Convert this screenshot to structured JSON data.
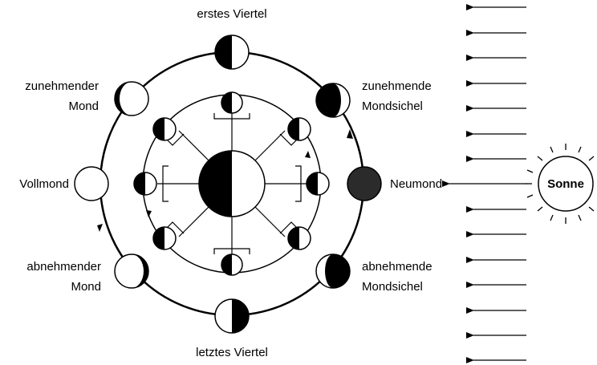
{
  "labels": {
    "first_quarter": "erstes Viertel",
    "waxing_gibbous_1": "zunehmender",
    "waxing_gibbous_2": "Mond",
    "waxing_crescent_1": "zunehmende",
    "waxing_crescent_2": "Mondsichel",
    "full_moon": "Vollmond",
    "new_moon": "Neumond",
    "waning_gibbous_1": "abnehmender",
    "waning_gibbous_2": "Mond",
    "waning_crescent_1": "abnehmende",
    "waning_crescent_2": "Mondsichel",
    "last_quarter": "letztes Viertel",
    "sun": "Sonne"
  },
  "colors": {
    "ink": "#000000",
    "paper": "#ffffff",
    "new_moon_fill": "#2b2b2b"
  }
}
